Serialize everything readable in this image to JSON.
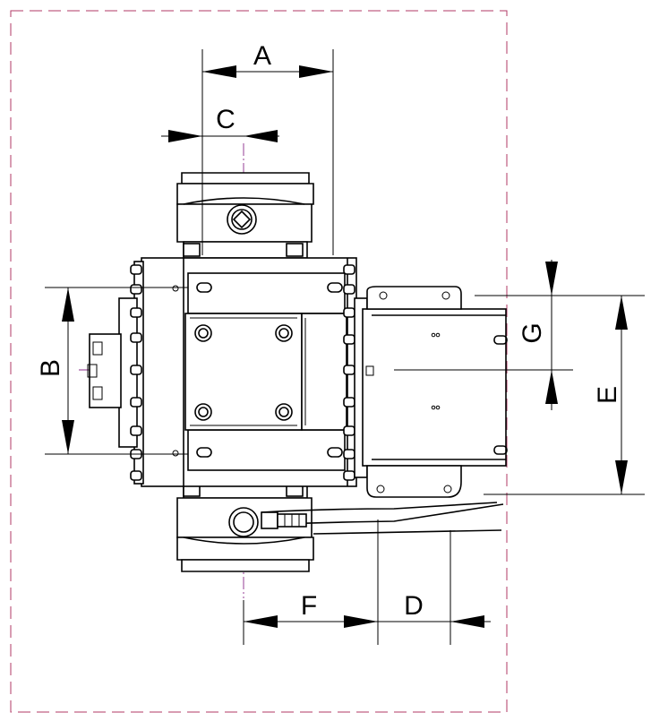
{
  "drawing": {
    "dimension_labels": {
      "a": "A",
      "b": "B",
      "c": "C",
      "d": "D",
      "e": "E",
      "f": "F",
      "g": "G"
    },
    "colors": {
      "lines": "#000000",
      "centerlines": "#8a2b8a",
      "boundary": "#b03a66",
      "background": "#ffffff"
    }
  }
}
